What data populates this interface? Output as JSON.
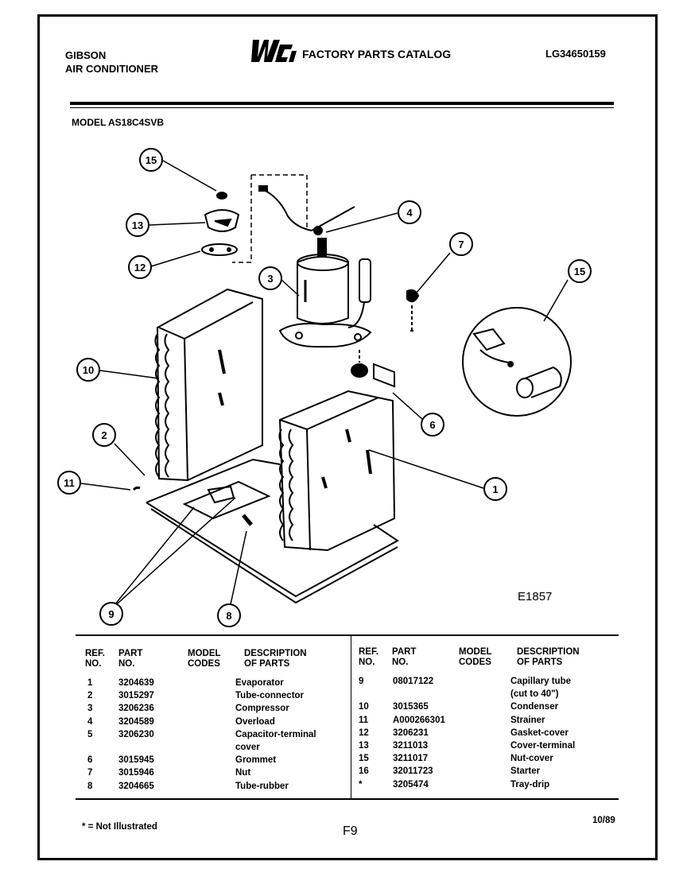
{
  "header": {
    "brand_line1": "GIBSON",
    "brand_line2": "AIR CONDITIONER",
    "catalog_title": "FACTORY PARTS CATALOG",
    "logo_text": "WCI",
    "doc_code": "LG34650159",
    "model": "MODEL AS18C4SVB"
  },
  "diagram": {
    "figure_code": "E1857",
    "callouts": [
      "15",
      "13",
      "12",
      "4",
      "3",
      "7",
      "15",
      "10",
      "6",
      "2",
      "11",
      "1",
      "9",
      "8"
    ]
  },
  "table": {
    "col_ref": "REF.\nNO.",
    "col_part": "PART\nNO.",
    "col_model": "MODEL\nCODES",
    "col_desc": "DESCRIPTION\nOF PARTS",
    "left_rows": [
      {
        "ref": "1",
        "part": "3204639",
        "desc": "Evaporator"
      },
      {
        "ref": "2",
        "part": "3015297",
        "desc": "Tube-connector"
      },
      {
        "ref": "3",
        "part": "3206236",
        "desc": "Compressor"
      },
      {
        "ref": "4",
        "part": "3204589",
        "desc": "Overload"
      },
      {
        "ref": "5",
        "part": "3206230",
        "desc": "Capacitor-terminal"
      },
      {
        "ref": "",
        "part": "",
        "desc": "cover"
      },
      {
        "ref": "6",
        "part": "3015945",
        "desc": "Grommet"
      },
      {
        "ref": "7",
        "part": "3015946",
        "desc": "Nut"
      },
      {
        "ref": "8",
        "part": "3204665",
        "desc": "Tube-rubber"
      }
    ],
    "right_rows": [
      {
        "ref": "9",
        "part": "08017122",
        "desc": "Capillary tube"
      },
      {
        "ref": "",
        "part": "",
        "desc": "(cut to 40\")"
      },
      {
        "ref": "10",
        "part": "3015365",
        "desc": "Condenser"
      },
      {
        "ref": "11",
        "part": "A000266301",
        "desc": "Strainer"
      },
      {
        "ref": "12",
        "part": "3206231",
        "desc": "Gasket-cover"
      },
      {
        "ref": "13",
        "part": "3211013",
        "desc": "Cover-terminal"
      },
      {
        "ref": "15",
        "part": "3211017",
        "desc": "Nut-cover"
      },
      {
        "ref": "16",
        "part": "32011723",
        "desc": "Starter"
      },
      {
        "ref": "*",
        "part": "3205474",
        "desc": "Tray-drip"
      }
    ]
  },
  "footer": {
    "note": "* = Not Illustrated",
    "page": "F9",
    "date": "10/89"
  }
}
